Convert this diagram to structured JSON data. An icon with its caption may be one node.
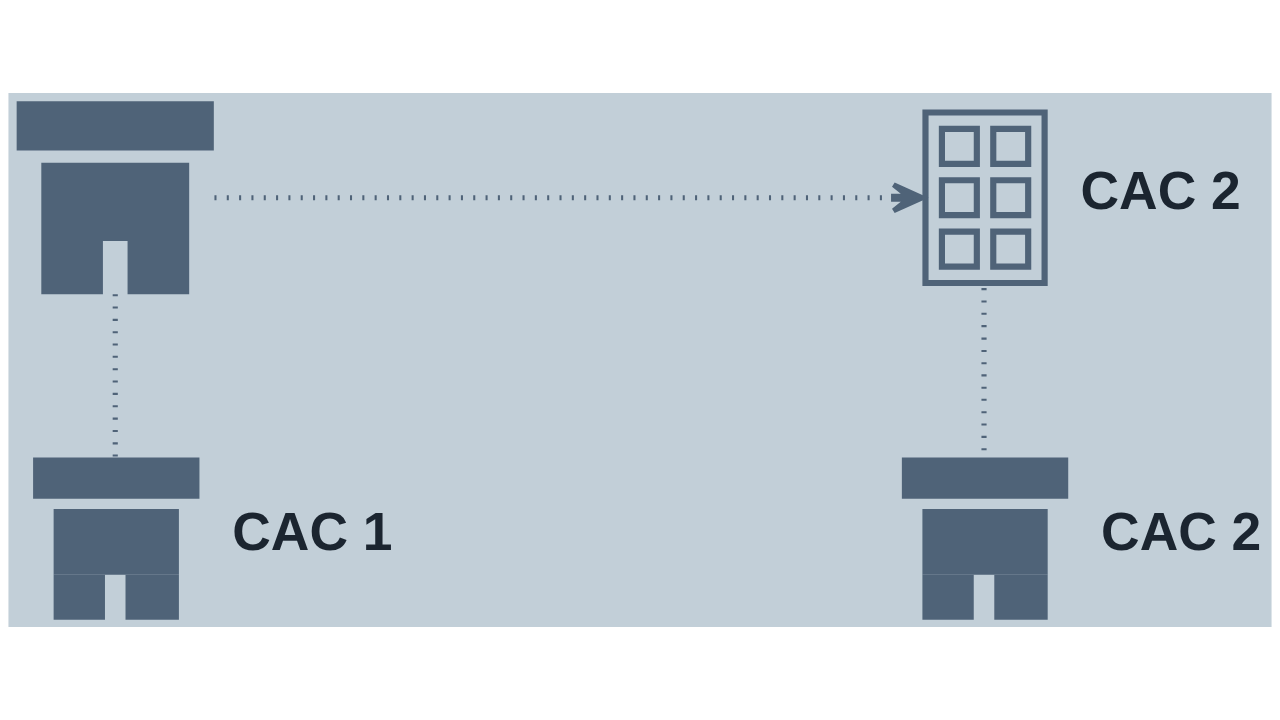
{
  "diagram": {
    "nodes": [
      {
        "text": [],
        "shape": "picture"
      },
      {
        "text": [],
        "shape": "picture",
        "beside": [
          "CAC 2"
        ]
      },
      {
        "text": [],
        "shape": "picture",
        "beside": [
          "CAC 1"
        ]
      },
      {
        "text": [],
        "shape": "picture",
        "beside": [
          "CAC 2"
        ]
      }
    ],
    "edges": [
      {
        "from": 0,
        "to": 1,
        "arrow": "to",
        "style": "dashed"
      },
      {
        "from": 0,
        "to": 2,
        "arrow": "none",
        "style": "dashed"
      },
      {
        "from": 1,
        "to": 3,
        "arrow": "none",
        "style": "dashed"
      }
    ]
  }
}
